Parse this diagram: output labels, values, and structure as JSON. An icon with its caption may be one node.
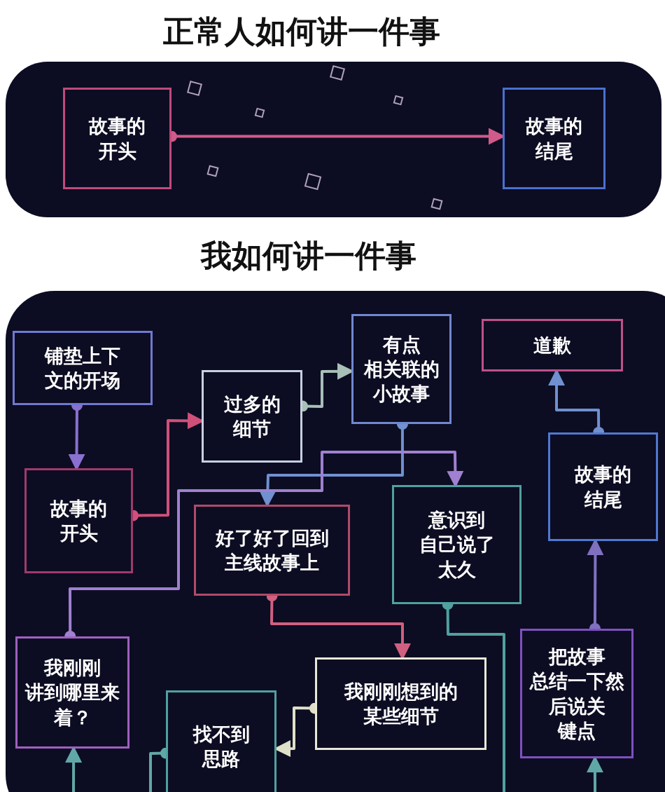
{
  "diagram": {
    "title": "正常人如何讲一件事",
    "labels": [
      "我如何讲一件事"
    ],
    "nodes": [
      {
        "text": [
          "故事的开头"
        ]
      },
      {
        "text": [
          "故事的结尾"
        ]
      },
      {
        "text": [
          "铺垫上下文的开场"
        ]
      },
      {
        "text": [
          "过多的细节"
        ]
      },
      {
        "text": [
          "有点相关联的小故事"
        ]
      },
      {
        "text": [
          "道歉"
        ]
      },
      {
        "text": [
          "故事的开头"
        ]
      },
      {
        "text": [
          "故事的结尾"
        ]
      },
      {
        "text": [
          "好了好了回到主线故事上"
        ]
      },
      {
        "text": [
          "意识到自己说了太久"
        ]
      },
      {
        "text": [
          "我刚刚讲到哪里来着？"
        ]
      },
      {
        "text": [
          "我刚刚想到的某些细节"
        ]
      },
      {
        "text": [
          "找不到思路"
        ]
      },
      {
        "text": [
          "把故事总结一下然后说关键点"
        ]
      }
    ],
    "edges": [
      {
        "from": 0,
        "to": 1,
        "arrow": "to",
        "color": "#d05a8a"
      },
      {
        "from": 2,
        "to": 6,
        "arrow": "to",
        "color": "#8a70d0"
      },
      {
        "from": 6,
        "to": 3,
        "arrow": "to",
        "color": "#d0507a"
      },
      {
        "from": 3,
        "to": 4,
        "arrow": "to",
        "color": "#a8c0b8"
      },
      {
        "from": 4,
        "to": 8,
        "arrow": "to",
        "color": "#7090d0"
      },
      {
        "from": 10,
        "to": 9,
        "arrow": "to",
        "color": "#a080d0"
      },
      {
        "from": 8,
        "to": 11,
        "arrow": "to",
        "color": "#d06080"
      },
      {
        "from": 11,
        "to": 12,
        "arrow": "to",
        "color": "#e0e0c8"
      },
      {
        "from": 9,
        "to": null,
        "arrow": "other",
        "color": "#50a0a0"
      },
      {
        "from": 13,
        "to": 7,
        "arrow": "to",
        "color": "#8070c0"
      },
      {
        "from": 7,
        "to": 5,
        "arrow": "to",
        "color": "#7090d0"
      },
      {
        "from": null,
        "to": 10,
        "arrow": "to",
        "color": "#60a8a8"
      },
      {
        "from": null,
        "to": 13,
        "arrow": "to",
        "color": "#60a8a8"
      },
      {
        "from": 12,
        "to": null,
        "arrow": "other",
        "color": "#60a8a8"
      }
    ]
  }
}
